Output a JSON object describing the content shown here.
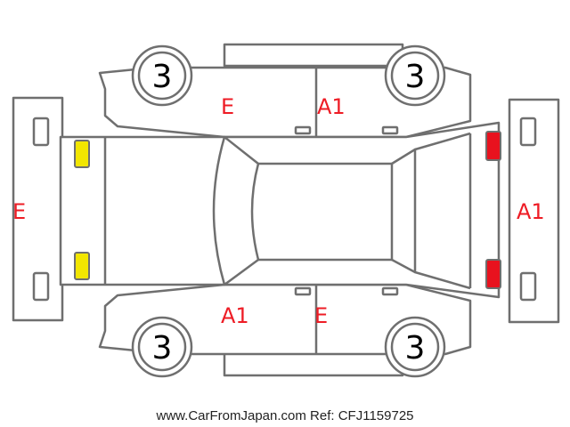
{
  "damage_codes": {
    "front_bumper": "E",
    "rear_bumper": "A1",
    "front_left_door": "E",
    "rear_left_door": "A1",
    "front_right_door": "A1",
    "rear_right_door": "E"
  },
  "wheel_grades": {
    "top_left": "3",
    "top_right": "3",
    "bottom_left": "3",
    "bottom_right": "3"
  },
  "markers": {
    "front_lights_color": "#f2e600",
    "rear_lights_color": "#e8121e"
  },
  "footer": "www.CarFromJapan.com Ref: CFJ1159725"
}
